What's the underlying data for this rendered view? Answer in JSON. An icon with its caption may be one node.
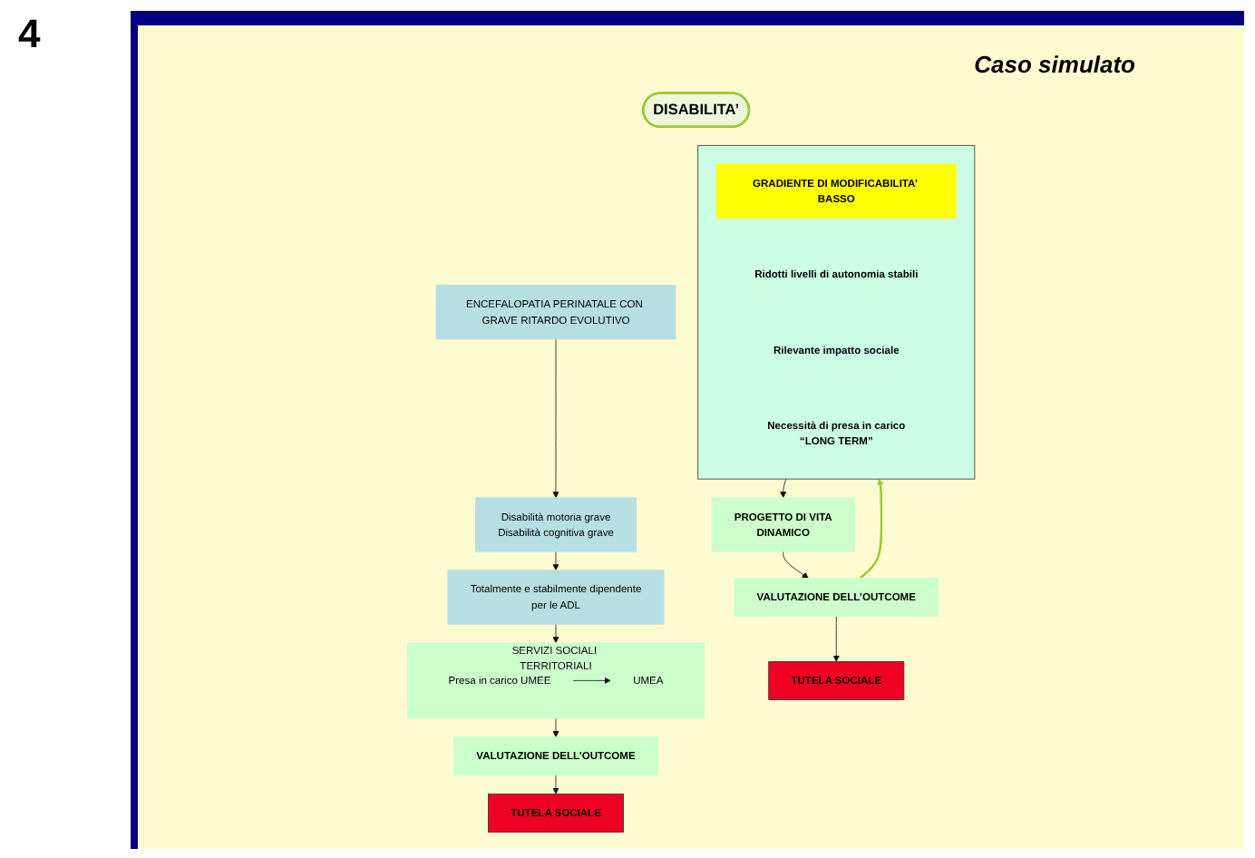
{
  "diagram": {
    "nodes": [
      {
        "text": [
          "DISABILITA’"
        ]
      },
      {
        "text": [],
        "shape": "box"
      },
      {
        "text": [
          "GRADIENTE DI MODIFICABILITA’ BASSO"
        ],
        "in": 1
      },
      {
        "text": [
          "Ridotti livelli di autonomia stabili"
        ],
        "in": 1
      },
      {
        "text": [
          "Rilevante impatto sociale"
        ],
        "in": 1
      },
      {
        "text": [
          "Necessità di presa in carico",
          "“LONG TERM”"
        ],
        "in": 1
      },
      {
        "text": [
          "PROGETTO DI VITA",
          "DINAMICO"
        ]
      },
      {
        "text": [
          "VALUTAZIONE DELL’OUTCOME"
        ]
      },
      {
        "text": [
          "TUTELA SOCIALE"
        ]
      },
      {
        "text": [
          "ENCEFALOPATIA PERINATALE CON GRAVE RITARDO EVOLUTIVO"
        ]
      },
      {
        "text": [
          "Disabilità motoria grave",
          "Disabilità cognitiva grave"
        ]
      },
      {
        "text": [
          "Totalmente e stabilmente dipendente",
          "per le ADL"
        ]
      },
      {
        "text": [
          "SERVIZI SOCIALI TERRITORIALI"
        ]
      },
      {
        "text": [
          "Presa in carico UMEE"
        ],
        "in": 12
      },
      {
        "text": [
          "UMEA"
        ],
        "in": 12
      },
      {
        "text": [
          "VALUTAZIONE DELL’OUTCOME"
        ]
      },
      {
        "text": [
          "TUTELA SOCIALE"
        ]
      }
    ],
    "edges": [
      {
        "from": 1,
        "to": 6,
        "arrow": "to"
      },
      {
        "from": 6,
        "to": 7,
        "arrow": "to"
      },
      {
        "from": 7,
        "to": 8,
        "arrow": "to"
      },
      {
        "from": 7,
        "to": 1,
        "arrow": "to",
        "color": "#99cc33"
      },
      {
        "from": 9,
        "to": 10,
        "arrow": "to"
      },
      {
        "from": 10,
        "to": 11,
        "arrow": "to"
      },
      {
        "from": 11,
        "to": 12,
        "arrow": "to"
      },
      {
        "from": 13,
        "to": 14,
        "arrow": "to"
      },
      {
        "from": 12,
        "to": 15,
        "arrow": "to"
      },
      {
        "from": 15,
        "to": 16,
        "arrow": "to"
      }
    ],
    "labels": [
      "4",
      "Caso simulato"
    ]
  }
}
